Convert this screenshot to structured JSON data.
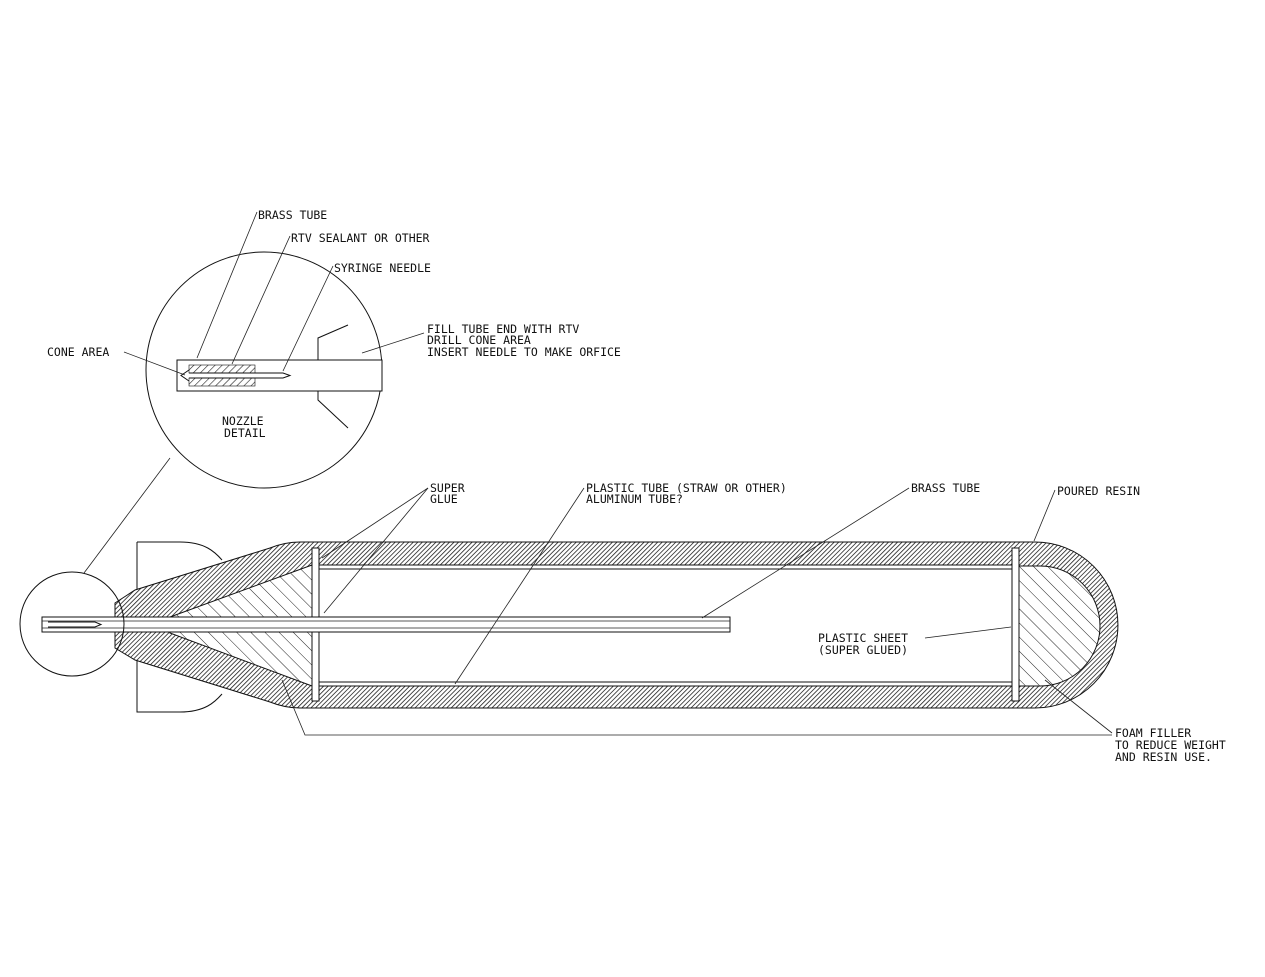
{
  "nozzle_detail": {
    "title": [
      "NOZZLE",
      "DETAIL"
    ],
    "labels": {
      "brass_tube": "BRASS TUBE",
      "rtv_sealant": "RTV SEALANT OR OTHER",
      "syringe_needle": "SYRINGE NEEDLE",
      "cone_area": "CONE AREA",
      "instructions": [
        "FILL TUBE END WITH RTV",
        "DRILL CONE AREA",
        "INSERT NEEDLE TO MAKE ORFICE"
      ]
    }
  },
  "main_assembly": {
    "labels": {
      "super_glue": [
        "SUPER",
        "GLUE"
      ],
      "plastic_tube": [
        "PLASTIC TUBE (STRAW OR OTHER)",
        "ALUMINUM TUBE?"
      ],
      "brass_tube": "BRASS TUBE",
      "poured_resin": "POURED RESIN",
      "plastic_sheet": [
        "PLASTIC SHEET",
        "(SUPER GLUED)"
      ],
      "foam_filler": [
        "FOAM FILLER",
        "TO REDUCE WEIGHT",
        "AND RESIN USE."
      ]
    }
  },
  "colors": {
    "line": "#111111",
    "background": "#ffffff"
  }
}
